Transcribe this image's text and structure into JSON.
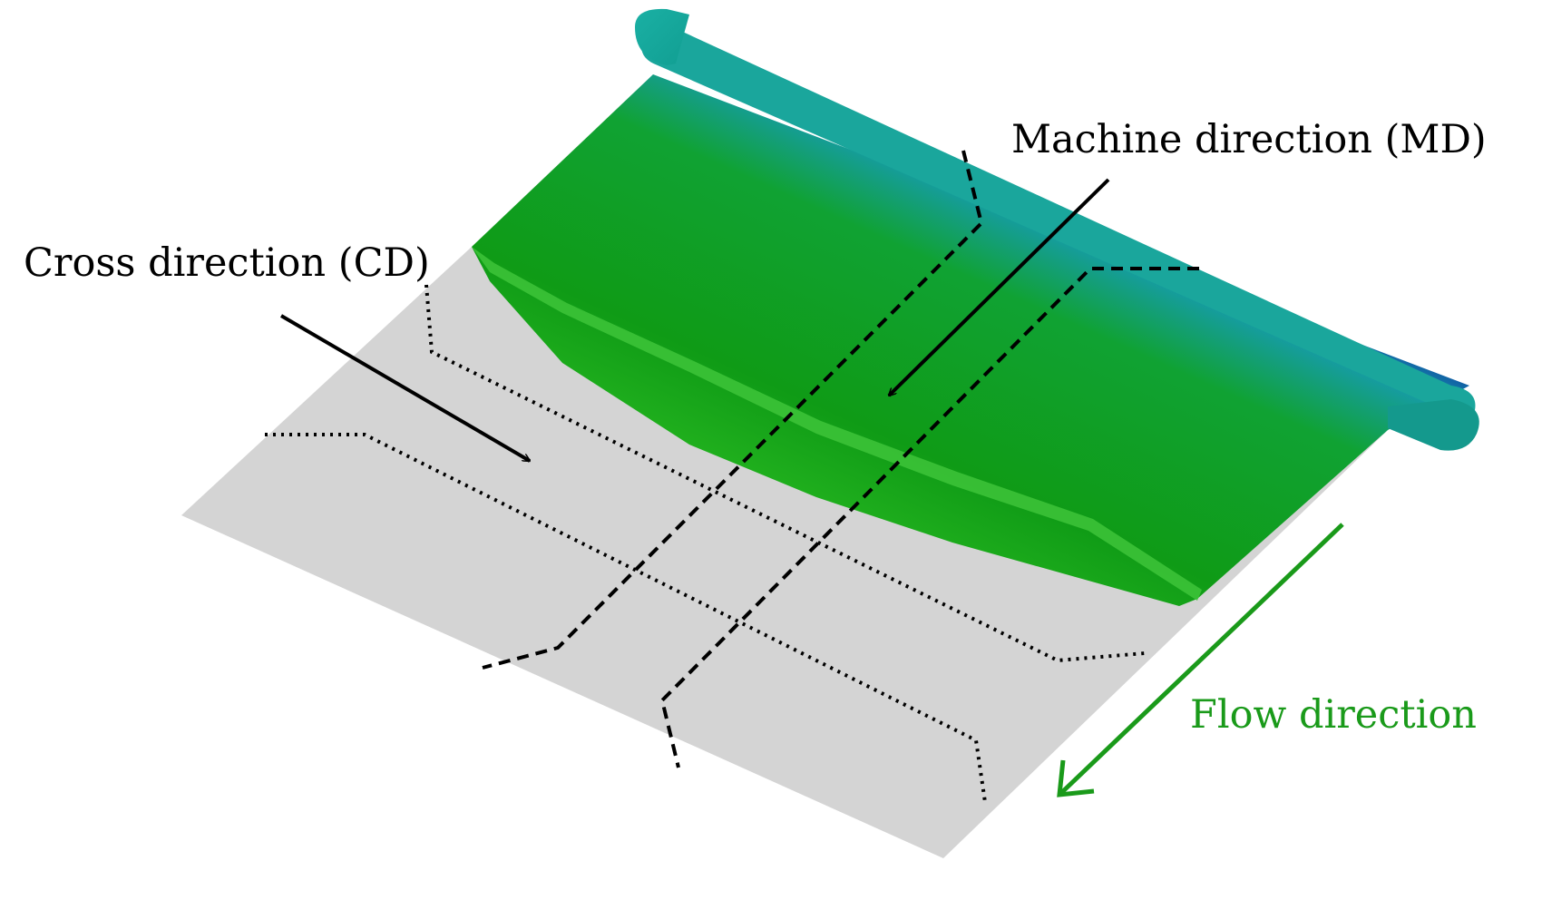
{
  "labels": {
    "machine_direction": "Machine direction (MD)",
    "cross_direction": "Cross direction (CD)",
    "flow_direction": "Flow direction"
  },
  "colors": {
    "background": "#ffffff",
    "sheet_gray": "#d4d4d4",
    "fill_green": "#13a313",
    "fill_bright_green": "#35c235",
    "teal": "#1aa0a0",
    "deep_blue": "#0a1fa8",
    "annotation_black": "#000000",
    "flow_green": "#1a9a1a"
  }
}
